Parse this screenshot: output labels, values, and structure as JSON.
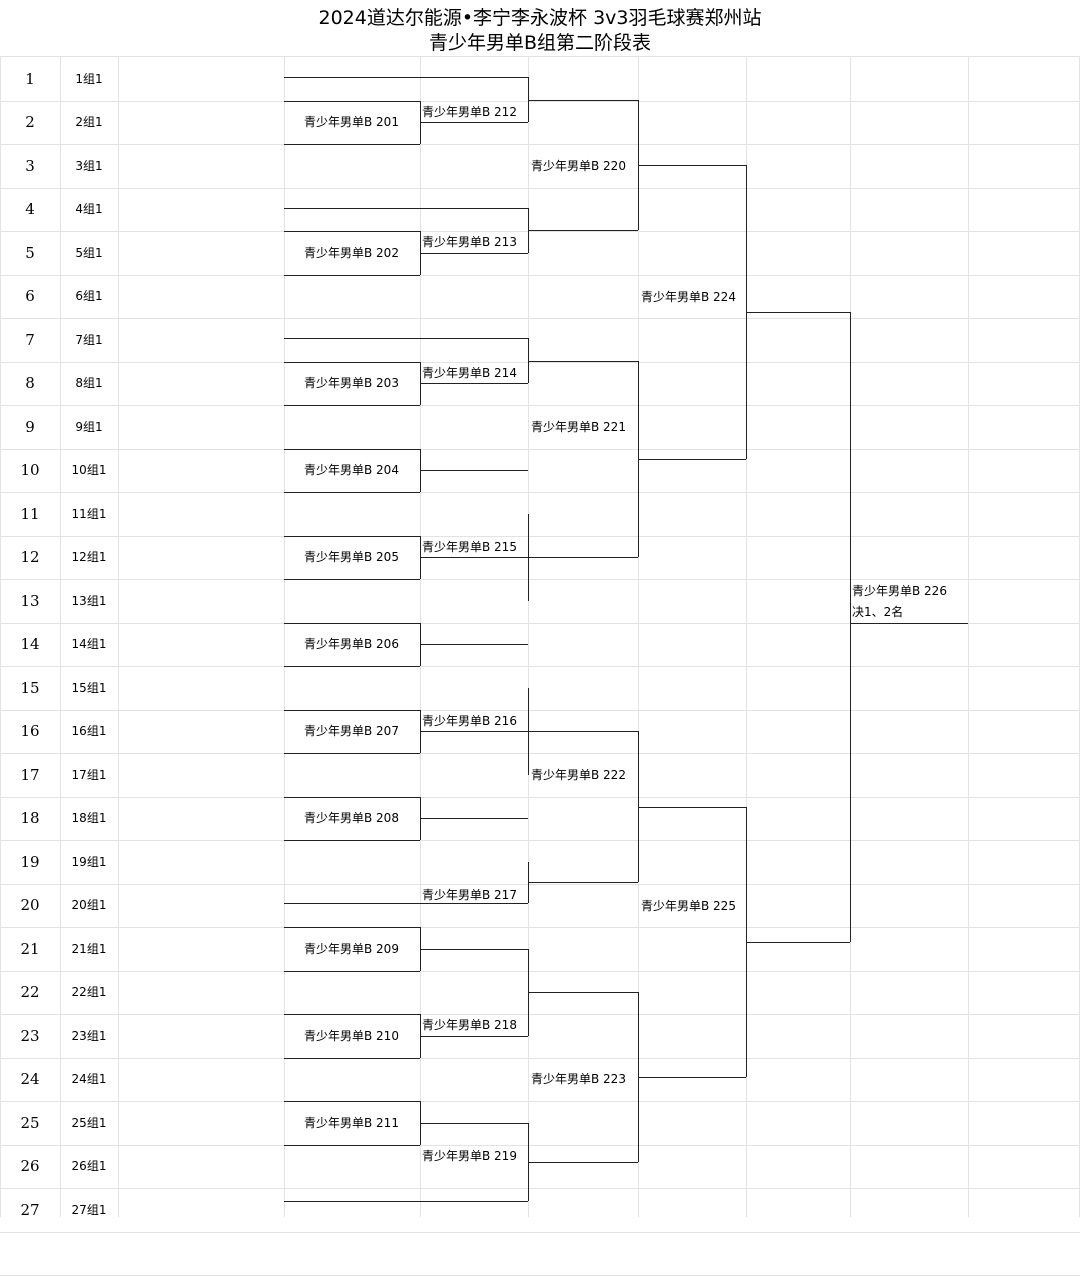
{
  "title": {
    "line1": "2024道达尔能源•李宁李永波杯 3v3羽毛球赛郑州站",
    "line2": "青少年男单B组第二阶段表"
  },
  "rows": [
    {
      "num": "1",
      "group": "1组1"
    },
    {
      "num": "2",
      "group": "2组1"
    },
    {
      "num": "3",
      "group": "3组1"
    },
    {
      "num": "4",
      "group": "4组1"
    },
    {
      "num": "5",
      "group": "5组1"
    },
    {
      "num": "6",
      "group": "6组1"
    },
    {
      "num": "7",
      "group": "7组1"
    },
    {
      "num": "8",
      "group": "8组1"
    },
    {
      "num": "9",
      "group": "9组1"
    },
    {
      "num": "10",
      "group": "10组1"
    },
    {
      "num": "11",
      "group": "11组1"
    },
    {
      "num": "12",
      "group": "12组1"
    },
    {
      "num": "13",
      "group": "13组1"
    },
    {
      "num": "14",
      "group": "14组1"
    },
    {
      "num": "15",
      "group": "15组1"
    },
    {
      "num": "16",
      "group": "16组1"
    },
    {
      "num": "17",
      "group": "17组1"
    },
    {
      "num": "18",
      "group": "18组1"
    },
    {
      "num": "19",
      "group": "19组1"
    },
    {
      "num": "20",
      "group": "20组1"
    },
    {
      "num": "21",
      "group": "21组1"
    },
    {
      "num": "22",
      "group": "22组1"
    },
    {
      "num": "23",
      "group": "23组1"
    },
    {
      "num": "24",
      "group": "24组1"
    },
    {
      "num": "25",
      "group": "25组1"
    },
    {
      "num": "26",
      "group": "26组1"
    },
    {
      "num": "27",
      "group": "27组1"
    }
  ],
  "matches": {
    "m201": "青少年男单B 201",
    "m202": "青少年男单B 202",
    "m203": "青少年男单B 203",
    "m204": "青少年男单B 204",
    "m205": "青少年男单B 205",
    "m206": "青少年男单B 206",
    "m207": "青少年男单B 207",
    "m208": "青少年男单B 208",
    "m209": "青少年男单B 209",
    "m210": "青少年男单B 210",
    "m211": "青少年男单B 211",
    "m212": "青少年男单B 212",
    "m213": "青少年男单B 213",
    "m214": "青少年男单B 214",
    "m215": "青少年男单B 215",
    "m216": "青少年男单B 216",
    "m217": "青少年男单B 217",
    "m218": "青少年男单B 218",
    "m219": "青少年男单B 219",
    "m220": "青少年男单B 220",
    "m221": "青少年男单B 221",
    "m222": "青少年男单B 222",
    "m223": "青少年男单B 223",
    "m224": "青少年男单B 224",
    "m225": "青少年男单B 225",
    "m226": "青少年男单B 226",
    "final_note": "决1、2名"
  }
}
